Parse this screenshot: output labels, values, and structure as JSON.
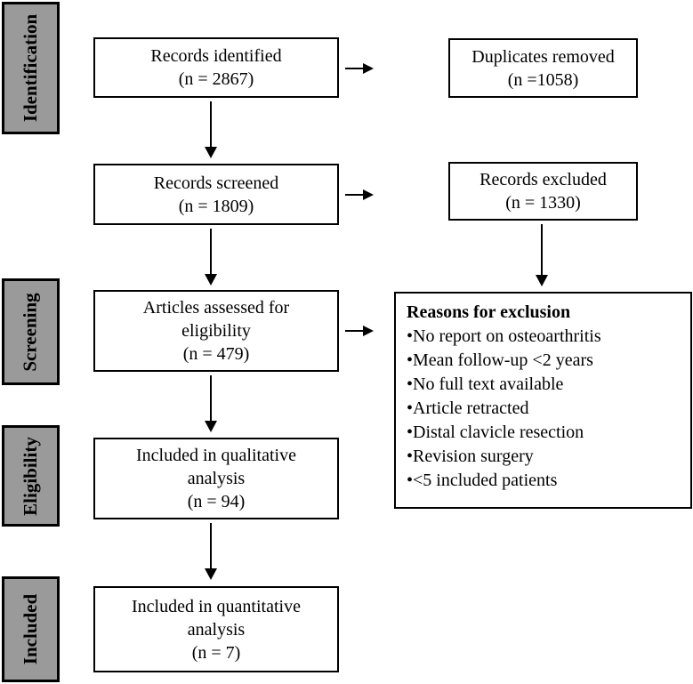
{
  "diagram": {
    "type": "prisma-flow-diagram",
    "colors": {
      "stage_fill": "#9a9a9a",
      "box_border": "#000000",
      "background": "#ffffff"
    },
    "stages": [
      {
        "label": "Identification"
      },
      {
        "label": "Screening"
      },
      {
        "label": "Eligibility"
      },
      {
        "label": "Included"
      }
    ],
    "boxes": {
      "records_identified": "Records identified\n(n = 2867)",
      "duplicates_removed": "Duplicates removed\n(n =1058)",
      "records_screened": "Records screened\n(n = 1809)",
      "records_excluded": "Records excluded\n(n = 1330)",
      "articles_assessed": "Articles assessed for\neligibility\n(n = 479)",
      "qualitative_analysis": "Included in qualitative\nanalysis\n(n = 94)",
      "quantitative_analysis": "Included in quantitative\nanalysis\n(n = 7)"
    },
    "reasons": {
      "title": "Reasons for exclusion",
      "items": [
        "•No report on osteoarthritis",
        "•Mean follow-up <2 years",
        "•No full text available",
        "•Article retracted",
        "•Distal clavicle resection",
        "•Revision surgery",
        "•<5 included patients"
      ]
    }
  }
}
